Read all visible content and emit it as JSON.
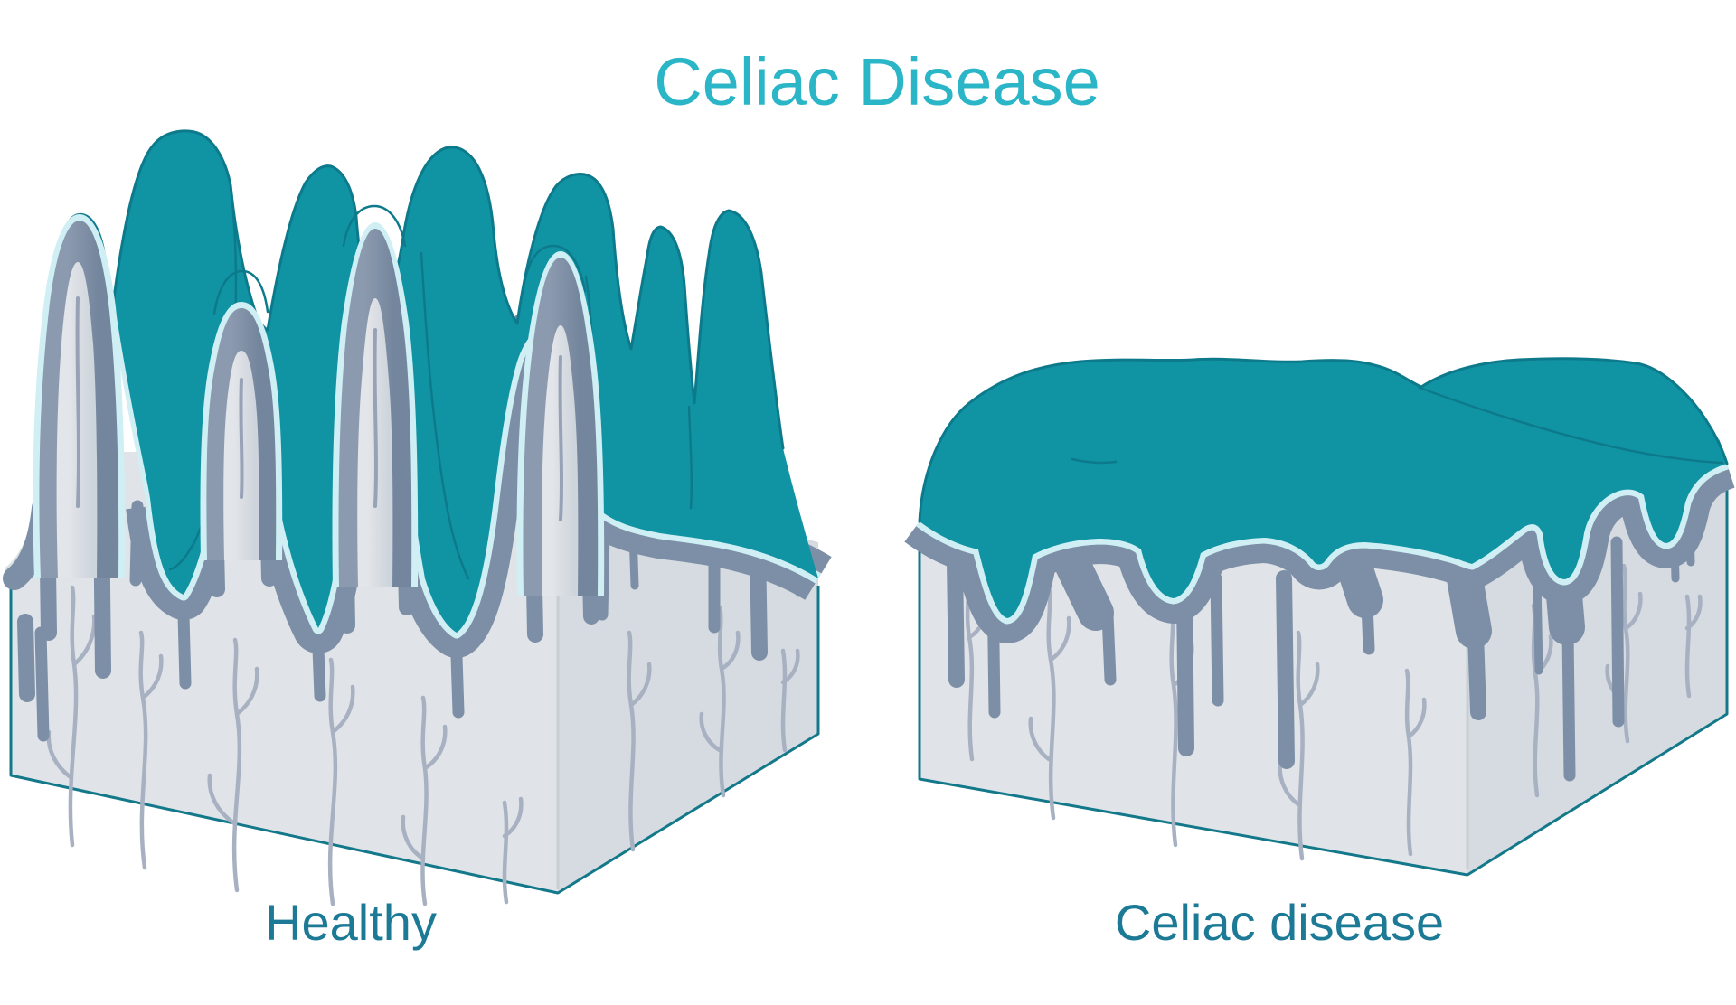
{
  "title": "Celiac Disease",
  "figures": {
    "healthy": {
      "label": "Healthy"
    },
    "celiac": {
      "label": "Celiac disease"
    }
  },
  "colors": {
    "bg": "#ffffff",
    "titleColor": "#2bb6c8",
    "labelColor": "#1c7a96",
    "teal": "#1094a4",
    "tealOutline": "#0d7a8c",
    "edge": "#13798a",
    "cyanLine": "#cfeff4",
    "slate": "#7d8fa6",
    "slateLight": "#8c9aaf",
    "slateDark": "#74869d",
    "coreLight": "#e2e5e9",
    "coreDark": "#cdd4db",
    "coreVessel": "#97a2b6",
    "faceFront": "#e0e4e8",
    "faceSide": "#d6dbe1",
    "cornerLine": "#c8ced5",
    "vessel": "#a8b1c2"
  }
}
